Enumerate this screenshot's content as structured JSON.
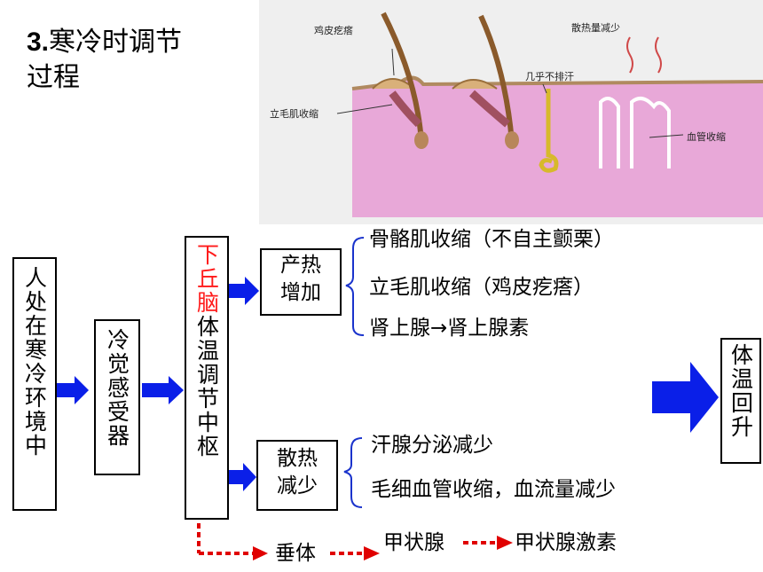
{
  "title": {
    "number": "3.",
    "line1": "寒冷时调节",
    "line2": "过程"
  },
  "illustration": {
    "label_goosebumps": "鸡皮疙瘩",
    "label_arrector": "立毛肌收缩",
    "label_sweat": "几乎不排汗",
    "label_heat_loss": "散热量减少",
    "label_vessel": "血管收缩"
  },
  "flow": {
    "environment": "人处在寒冷环境中",
    "receptor": "冷觉感受器",
    "center_red": "下丘脑",
    "center_black": "体温调节中枢",
    "heat_production": {
      "line1": "产热",
      "line2": "增加"
    },
    "production_items": [
      "骨骼肌收缩（不自主颤栗）",
      "立毛肌收缩（鸡皮疙瘩）",
      "肾上腺→肾上腺素"
    ],
    "heat_loss": {
      "line1": "散热",
      "line2": "减少"
    },
    "loss_items": [
      "汗腺分泌减少",
      "毛细血管收缩，血流量减少"
    ],
    "result": "体温回升",
    "hormone_chain": [
      "垂体",
      "甲状腺",
      "甲状腺激素"
    ]
  },
  "colors": {
    "arrow_blue": "#0a1fe8",
    "dotted_red": "#e00000",
    "skin_pink": "#e8a8d8",
    "brace_blue": "#1a33cc"
  }
}
